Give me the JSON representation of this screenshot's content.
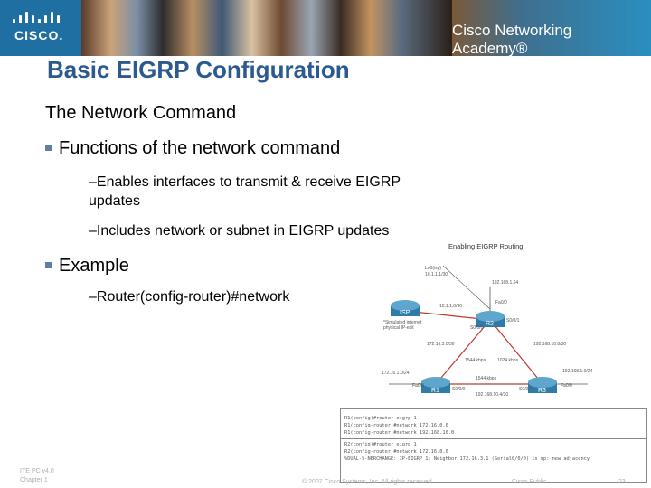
{
  "banner": {
    "brand": "CISCO.",
    "academy": "Cisco Networking Academy®"
  },
  "slide": {
    "title": "Basic EIGRP Configuration",
    "subtitle": "The Network Command",
    "bullet1": "Functions of the network command",
    "sub1_line1": "–Enables interfaces to transmit & receive EIGRP",
    "sub1_line2": "updates",
    "sub2": "–Includes network or subnet in EIGRP updates",
    "bullet2": "Example",
    "sub3": "–Router(config-router)#network"
  },
  "diagram": {
    "title": "Enabling EIGRP Routing",
    "routers": {
      "isp": "ISP",
      "r1": "R1",
      "r2": "R2",
      "r3": "R3"
    },
    "labels": {
      "top_left_1": "Lo0(isp)",
      "top_left_2": "10.1.1.1/30",
      "top_right": "192.168.1.64",
      "isp_link": "10.1.1.0/30",
      "fa0": "Fa0/0",
      "isp_note_1": "*Simulated internet",
      "isp_note_2": "physical IP-exit",
      "s0_r2": "S0/0/0",
      "s0_r2b": "S0/0/1",
      "left_link": "172.16.3.0/30",
      "right_link": "192.168.10.8/30",
      "bw_left": "1544 kbps",
      "bw_right": "1024 kbps",
      "bw_bottom": "1544 kbps",
      "r1_lan": "172.16.1.0/24",
      "r3_lan": "192.168.1.0/24",
      "r1_fa": "Fa0/0",
      "r3_fa": "Fa0/0",
      "bottom_link": "192.168.10.4/30",
      "r1_s0": "S0/0/0",
      "r3_s0": "S0/0/1"
    }
  },
  "console": {
    "lines_a": [
      "R1(config)#router eigrp 1",
      "R1(config-router)#network 172.16.0.0",
      "R1(config-router)#network 192.168.10.0"
    ],
    "lines_b": [
      "R2(config)#router eigrp 1",
      "R2(config-router)#network 172.16.0.0",
      "%DUAL-5-NBRCHANGE: IP-EIGRP 1: Neighbor 172.16.3.1 (Serial0/0/0) is up: new adjacency"
    ]
  },
  "footer": {
    "left1": "ITE PC v4.0",
    "left2": "Chapter 1",
    "center": "© 2007 Cisco Systems, Inc. All rights reserved.",
    "right_label": "Cisco Public",
    "page": "23"
  }
}
